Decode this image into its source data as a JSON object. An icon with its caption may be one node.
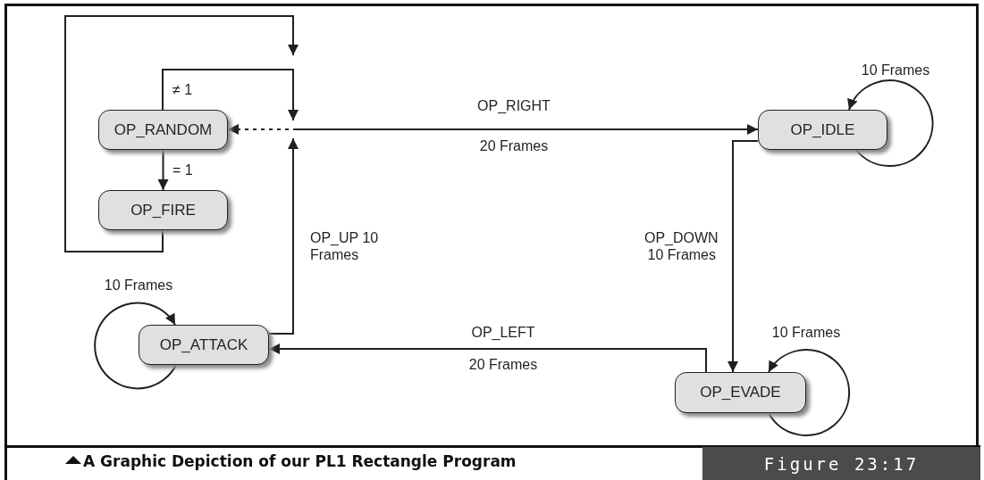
{
  "diagram": {
    "caption": "A Graphic Depiction of our PL1 Rectangle Program",
    "nodes": [
      {
        "text": [
          "OP_RANDOM"
        ]
      },
      {
        "text": [
          "OP_FIRE"
        ]
      },
      {
        "text": [
          "OP_IDLE"
        ]
      },
      {
        "text": [
          "OP_ATTACK"
        ]
      },
      {
        "text": [
          "OP_EVADE"
        ]
      }
    ],
    "edges": [
      {
        "from": 0,
        "to": 1,
        "arrow": "to",
        "label": "= 1"
      },
      {
        "from": 0,
        "to": null,
        "arrow": "to",
        "label": "≠ 1"
      },
      {
        "from": 1,
        "to": null,
        "arrow": "to"
      },
      {
        "from": null,
        "to": 0,
        "arrow": "to",
        "style": "dashed"
      },
      {
        "from": null,
        "to": 2,
        "arrow": "to",
        "label": "OP_RIGHT"
      },
      {
        "from": 2,
        "to": 4,
        "arrow": "to",
        "label": "OP_DOWN 10 Frames"
      },
      {
        "from": 4,
        "to": 3,
        "arrow": "to",
        "label": "OP_LEFT"
      },
      {
        "from": 3,
        "to": null,
        "arrow": "to",
        "label": "OP_UP 10 Frames"
      },
      {
        "from": 2,
        "to": 2,
        "arrow": "to",
        "label": "10 Frames"
      },
      {
        "from": 3,
        "to": 3,
        "arrow": "to",
        "label": "10 Frames"
      },
      {
        "from": 4,
        "to": 4,
        "arrow": "to",
        "label": "10 Frames"
      }
    ],
    "labels": [
      "20 Frames",
      "20 Frames",
      "Figure 23:17"
    ]
  }
}
